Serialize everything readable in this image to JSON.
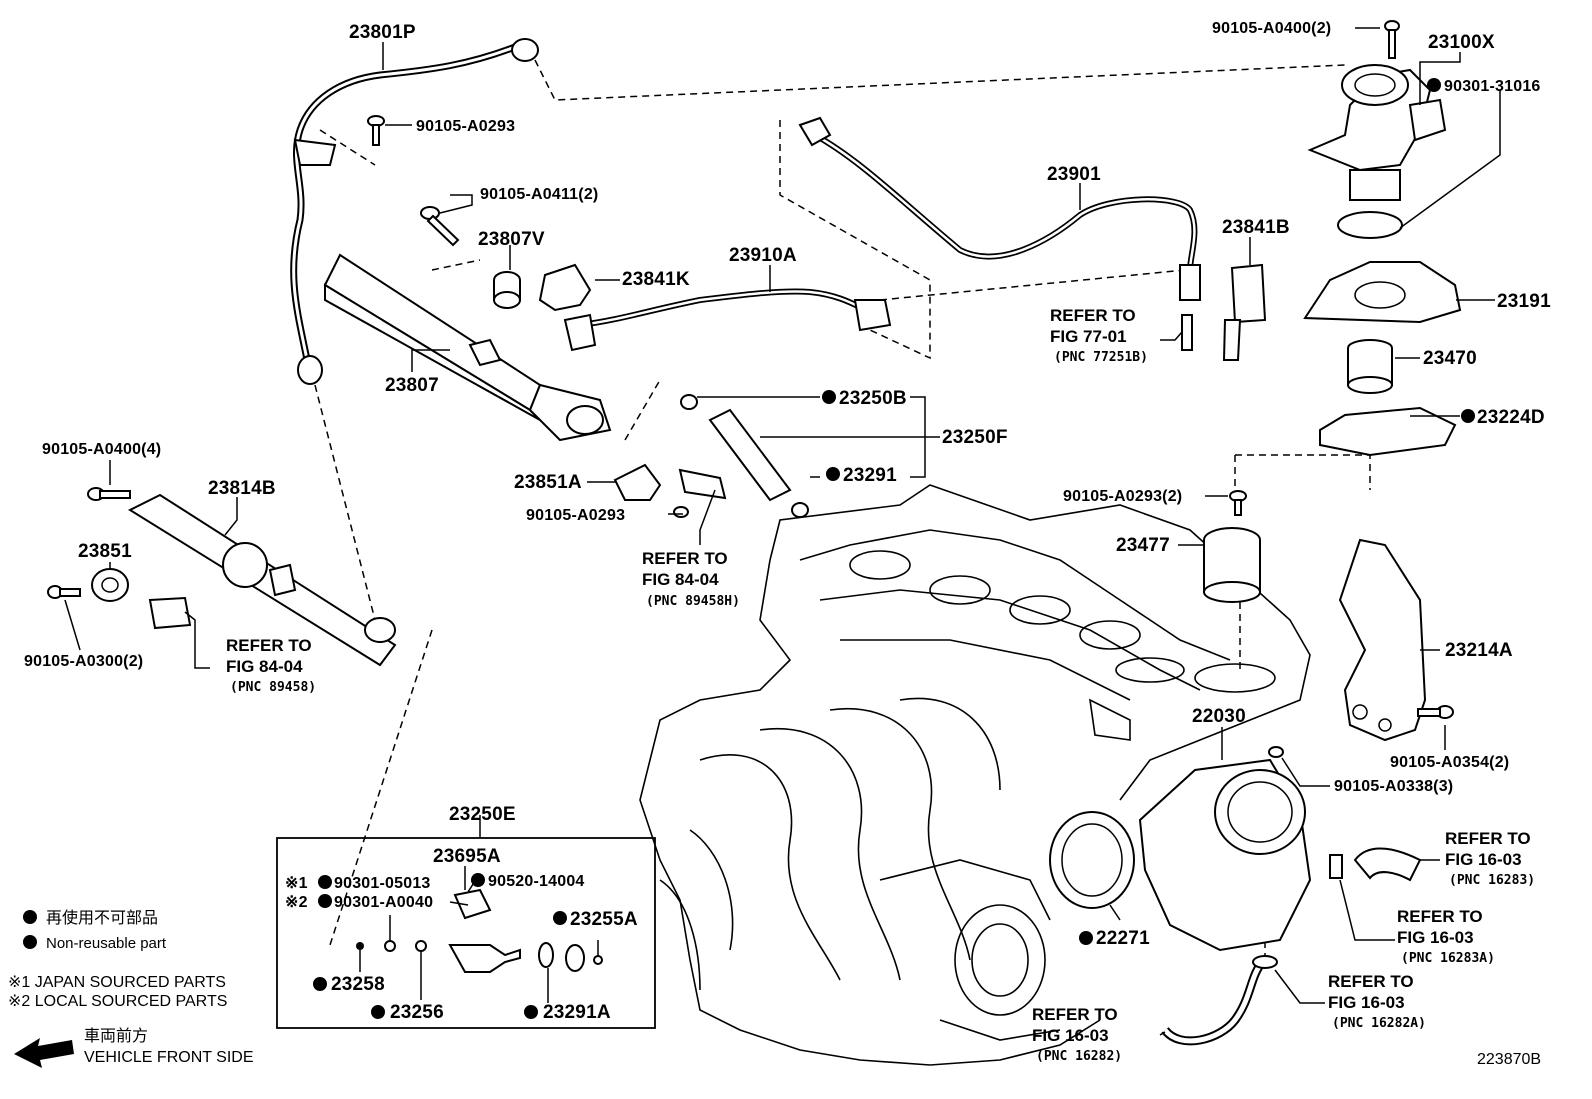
{
  "diagram_id": "223870B",
  "parts": {
    "p23801P": "23801P",
    "p23100X": "23100X",
    "p90105_A0400_2": "90105-A0400(2)",
    "p90301_31016": "90301-31016",
    "p90105_A0293_top": "90105-A0293",
    "p90105_A0411_2": "90105-A0411(2)",
    "p23807V": "23807V",
    "p23841K": "23841K",
    "p23910A": "23910A",
    "p23901": "23901",
    "p23841B": "23841B",
    "p23191": "23191",
    "p23470": "23470",
    "p23224D": "23224D",
    "p23807": "23807",
    "p23250B": "23250B",
    "p23250F": "23250F",
    "p23291": "23291",
    "p23851A": "23851A",
    "p90105_A0293_mid": "90105-A0293",
    "p90105_A0293_2": "90105-A0293(2)",
    "p23477": "23477",
    "p90105_A0400_4": "90105-A0400(4)",
    "p23814B": "23814B",
    "p23851": "23851",
    "p90105_A0300_2": "90105-A0300(2)",
    "p23214A": "23214A",
    "p22030": "22030",
    "p90105_A0354_2": "90105-A0354(2)",
    "p90105_A0338_3": "90105-A0338(3)",
    "p23250E": "23250E",
    "p23695A": "23695A",
    "p90301_05013": "90301-05013",
    "p90301_A0040": "90301-A0040",
    "p90520_14004": "90520-14004",
    "p23255A": "23255A",
    "p23258": "23258",
    "p23256": "23256",
    "p23291A": "23291A",
    "p22271": "22271"
  },
  "markers": {
    "japan": "※1",
    "local": "※2"
  },
  "refs": {
    "r77_01": {
      "refer": "REFER TO",
      "fig": "FIG 77-01",
      "pnc": "(PNC 77251B)"
    },
    "r84_04_mid": {
      "refer": "REFER TO",
      "fig": "FIG 84-04",
      "pnc": "(PNC 89458H)"
    },
    "r84_04_left": {
      "refer": "REFER TO",
      "fig": "FIG 84-04",
      "pnc": "(PNC 89458)"
    },
    "r16_03_a": {
      "refer": "REFER TO",
      "fig": "FIG 16-03",
      "pnc": "(PNC 16283)"
    },
    "r16_03_b": {
      "refer": "REFER TO",
      "fig": "FIG 16-03",
      "pnc": "(PNC 16283A)"
    },
    "r16_03_c": {
      "refer": "REFER TO",
      "fig": "FIG 16-03",
      "pnc": "(PNC 16282A)"
    },
    "r16_03_d": {
      "refer": "REFER TO",
      "fig": "FIG 16-03",
      "pnc": "(PNC 16282)"
    }
  },
  "legend": {
    "nonreusable_jp": "再使用不可部品",
    "nonreusable_en": "Non-reusable part",
    "japan_sourced": "※1  JAPAN SOURCED PARTS",
    "local_sourced": "※2  LOCAL SOURCED PARTS",
    "front_jp": "車両前方",
    "front_en": "VEHICLE FRONT SIDE"
  }
}
